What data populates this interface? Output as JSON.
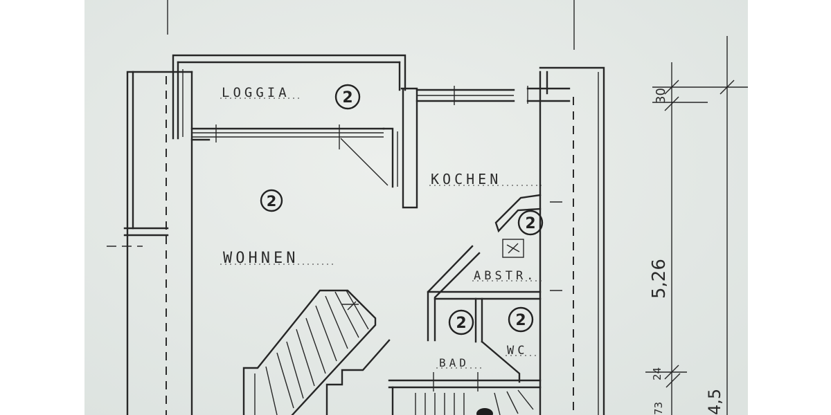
{
  "colors": {
    "paper": "#e7ebe7",
    "ink": "#262626"
  },
  "rooms": [
    {
      "id": "loggia",
      "label": "LOGGIA",
      "mark": "2"
    },
    {
      "id": "wohnen",
      "label": "WOHNEN",
      "mark": "2"
    },
    {
      "id": "kochen",
      "label": "KOCHEN",
      "mark": "2"
    },
    {
      "id": "abstr",
      "label": "ABSTR.",
      "mark": ""
    },
    {
      "id": "bad",
      "label": "BAD",
      "mark": "2"
    },
    {
      "id": "wc",
      "label": "WC",
      "mark": "2"
    }
  ],
  "dimensions": {
    "top": "30",
    "height": "5,26",
    "small_a": "24",
    "small_b": "73",
    "side": "4,5"
  }
}
